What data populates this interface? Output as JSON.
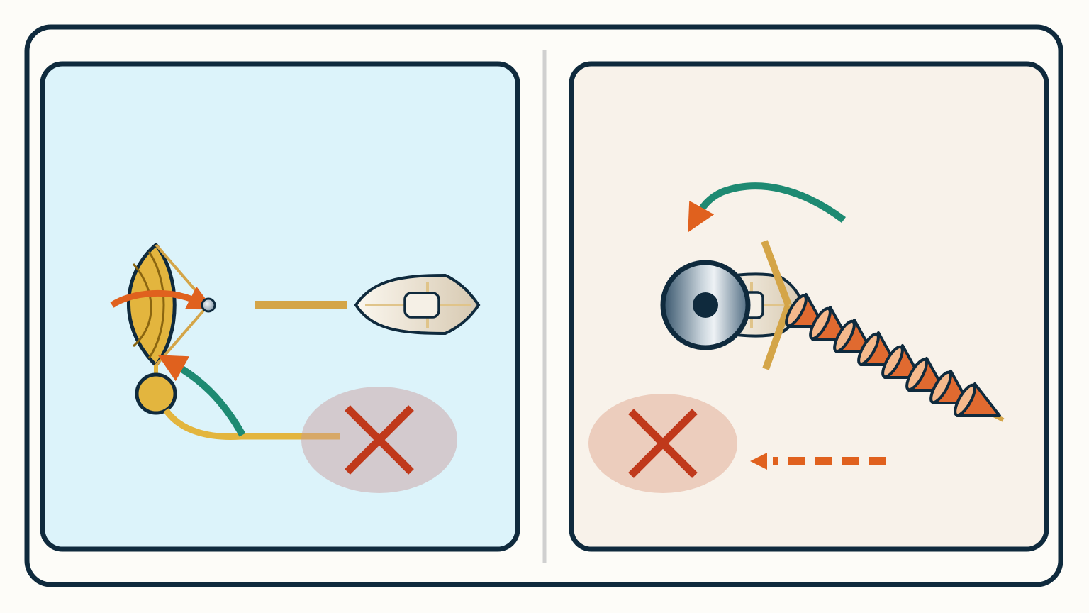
{
  "figure": {
    "panels": [
      {
        "id": "left",
        "background": "#dcf3fa",
        "border": "#0f2a3d",
        "elements": [
          "anchor-with-fluke",
          "shackle-ring",
          "rode-line",
          "boat-hull",
          "buoy-float",
          "trip-line",
          "cross-mark"
        ]
      },
      {
        "id": "right",
        "background": "#f8f2ea",
        "border": "#0f2a3d",
        "elements": [
          "rotation-arrow",
          "winch-drum",
          "boat-hull",
          "blade",
          "chain-cones",
          "cross-mark",
          "dashed-pull-arrow"
        ]
      }
    ],
    "colors": {
      "navy": "#0f2a3d",
      "gold": "#e3b53e",
      "tan": "#d4a548",
      "orange": "#e0611e",
      "teal": "#1e8a72",
      "red_cross": "#c0391b",
      "cone_orange": "#e06a30",
      "cone_face": "#f5b98c",
      "divider": "#d0d0d0"
    },
    "icons": [
      "anchor-icon",
      "boat-icon",
      "buoy-icon",
      "cross-icon",
      "winch-icon",
      "arrow-icon"
    ]
  }
}
